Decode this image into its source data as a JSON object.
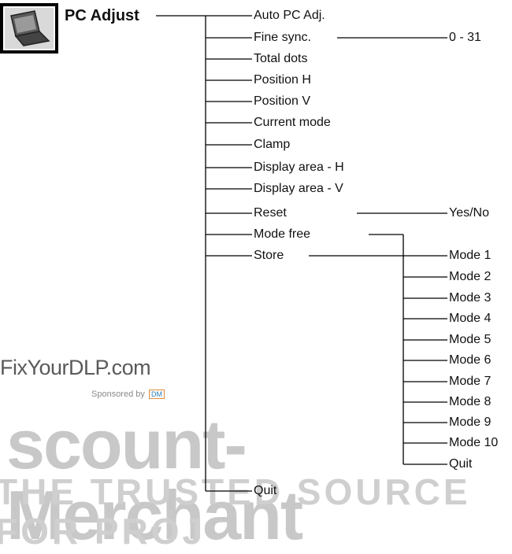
{
  "title": "PC Adjust",
  "icon": "laptop-icon",
  "menu_items": [
    "Auto PC Adj.",
    "Fine sync.",
    "Total dots",
    "Position H",
    "Position V",
    "Current mode",
    "Clamp",
    "Display area - H",
    "Display area - V",
    "Reset",
    "Mode free",
    "Store",
    "Quit"
  ],
  "fine_sync_range": "0 - 31",
  "reset_option": "Yes/No",
  "store_options": [
    "Mode 1",
    "Mode 2",
    "Mode 3",
    "Mode 4",
    "Mode 5",
    "Mode 6",
    "Mode 7",
    "Mode 8",
    "Mode 9",
    "Mode 10",
    "Quit"
  ],
  "watermark": {
    "site": "FixYourDLP.com",
    "sponsor": "Sponsored by",
    "sponsor_logo": "DM",
    "big": "scount-Merchant",
    "tagline": "THE TRUSTED SOURCE FOR PROJ"
  }
}
